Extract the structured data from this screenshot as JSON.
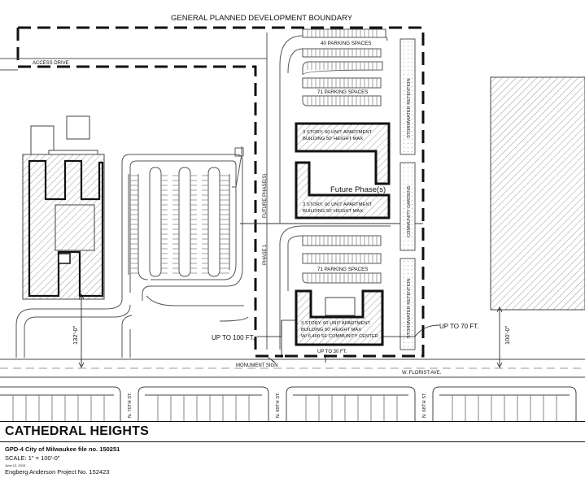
{
  "plan": {
    "boundary_label": "GENERAL PLANNED DEVELOPMENT BOUNDARY",
    "access_drive": "ACCESS DRIVE",
    "parking": {
      "top": "40 PARKING SPACES",
      "upper": "71 PARKING SPACES",
      "lower": "71 PARKING SPACES"
    },
    "buildings": {
      "a_line1": "3 STORY, 60 UNIT APARTMENT",
      "a_line2": "BUILDING 50' HEIGHT MAX",
      "b_line1": "3 STORY, 60 UNIT APARTMENT",
      "b_line2": "BUILDING 50' HEIGHT MAX",
      "c_line1": "3 STORY, 60 UNIT APARTMENT",
      "c_line2": "BUILDING 50' HEIGHT MAX",
      "c_line3": "W/ 6,400 SF COMMUNITY CENTER"
    },
    "future_phase": "Future Phase(s)",
    "future_phase_vertical": "FUTURE PHASE(S)",
    "phase_1": "PHASE 1",
    "stormwater_upper": "STORMWATER RETENTION",
    "stormwater_lower": "STORMWATER RETENTION",
    "community_gardens": "COMMUNITY GARDENS",
    "dim_132": "132'-0\"",
    "dim_100": "100'-0\"",
    "up_to_100": "UP TO 100 FT.",
    "up_to_70": "UP TO 70 FT.",
    "up_to_30": "UP TO 30 FT.",
    "monument_sign": "MONUMENT SIGN",
    "florist_ave": "W. FLORIST AVE.",
    "streets": {
      "n70": "N. 70TH ST.",
      "n69": "N. 69TH ST.",
      "n68": "N. 68TH ST."
    }
  },
  "title_block": {
    "project_title": "CATHEDRAL HEIGHTS",
    "file_line": "GPD-4 City of Milwaukee file no. 150251",
    "scale_line": "SCALE: 1\" = 100'-0\"",
    "date_line": "June 12, 2015",
    "project_line": "Engberg Anderson Project No.   152423"
  }
}
